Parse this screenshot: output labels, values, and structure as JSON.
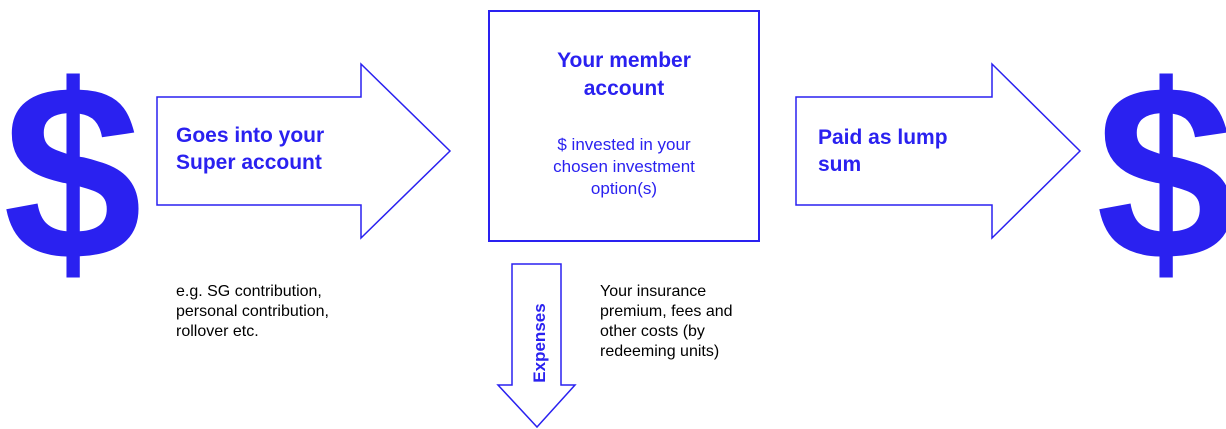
{
  "symbols": {
    "left_currency": "$",
    "right_currency": "$"
  },
  "flow_in": {
    "label_line1": "Goes into your",
    "label_line2": "Super account"
  },
  "member_box": {
    "title_line1": "Your member",
    "title_line2": "account",
    "body_line1": "$ invested in your",
    "body_line2": "chosen investment",
    "body_line3": "option(s)"
  },
  "flow_out": {
    "label_line1": "Paid as lump",
    "label_line2": "sum"
  },
  "expenses": {
    "label": "Expenses"
  },
  "notes": {
    "contributions_line1": "e.g. SG contribution,",
    "contributions_line2": "personal contribution,",
    "contributions_line3": "rollover etc.",
    "expenses_line1": "Your insurance",
    "expenses_line2": "premium, fees and",
    "expenses_line3": "other costs (by",
    "expenses_line4": "redeeming units)"
  },
  "colors": {
    "accent": "#2a21f0",
    "text": "#000000"
  }
}
